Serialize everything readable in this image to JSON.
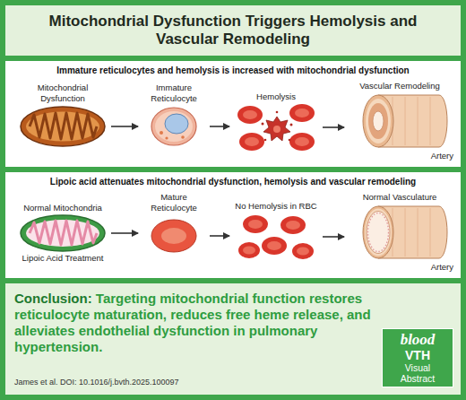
{
  "diagram": {
    "title": "Mitochondrial Dysfunction Triggers Hemolysis and Vascular Remodeling",
    "nodes": [
      {
        "text": [
          "Immature reticulocytes and hemolysis is increased with mitochondrial dysfunction"
        ]
      },
      {
        "text": [
          "Mitochondrial Dysfunction"
        ],
        "in": 0
      },
      {
        "text": [
          "Immature Reticulocyte"
        ],
        "in": 0
      },
      {
        "text": [
          "Hemolysis"
        ],
        "in": 0
      },
      {
        "text": [
          "Vascular Remodeling",
          "Artery"
        ],
        "in": 0
      },
      {
        "text": [
          "Lipoic acid attenuates mitochondrial dysfunction, hemolysis and vascular remodeling"
        ]
      },
      {
        "text": [
          "Normal Mitochondria",
          "Lipoic Acid Treatment"
        ],
        "in": 5
      },
      {
        "text": [
          "Mature Reticulocyte"
        ],
        "in": 5
      },
      {
        "text": [
          "No Hemolysis in RBC"
        ],
        "in": 5
      },
      {
        "text": [
          "Normal Vasculature",
          "Artery"
        ],
        "in": 5
      },
      {
        "text": [
          "Conclusion:",
          "Targeting mitochondrial function restores reticulocyte maturation, reduces free heme release, and alleviates endothelial dysfunction in pulmonary hypertension.",
          "James et al. DOI: 10.1016/j.bvth.2025.100097"
        ]
      },
      {
        "text": [
          "blood",
          "VTH",
          "Visual Abstract"
        ],
        "in": 10
      }
    ],
    "edges": [
      {
        "from": 1,
        "to": 2,
        "arrow": "to"
      },
      {
        "from": 2,
        "to": 3,
        "arrow": "to"
      },
      {
        "from": 3,
        "to": 4,
        "arrow": "to"
      },
      {
        "from": 6,
        "to": 7,
        "arrow": "to"
      },
      {
        "from": 7,
        "to": 8,
        "arrow": "to"
      },
      {
        "from": 8,
        "to": 9,
        "arrow": "to"
      }
    ]
  }
}
